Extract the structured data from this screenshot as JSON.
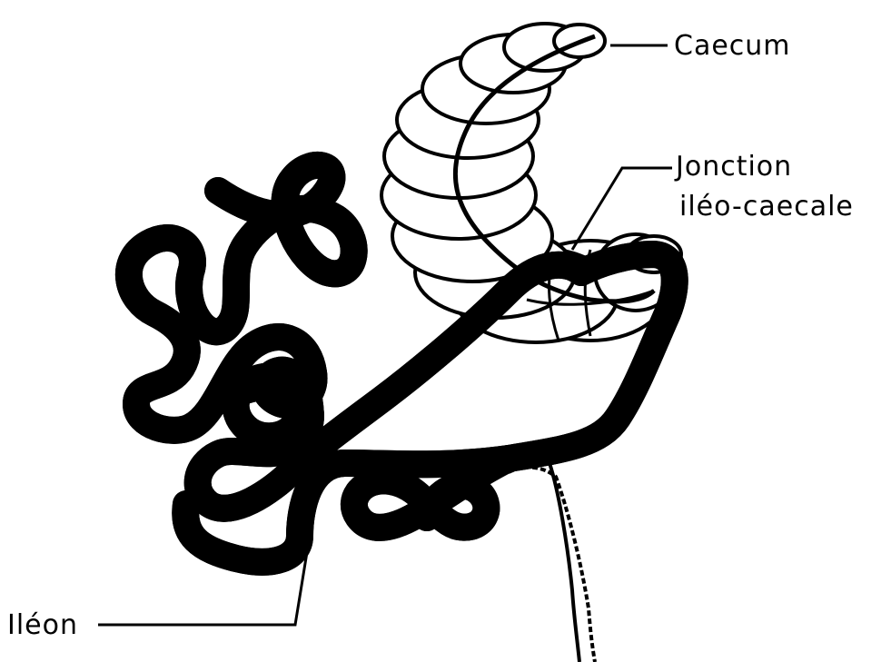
{
  "diagram": {
    "labels": {
      "caecum": "Caecum",
      "jonction_line1": "Jonction",
      "jonction_line2": "iléo-caecale",
      "ileon": "Iléon"
    },
    "colors": {
      "ink": "#000000",
      "background": "#ffffff"
    }
  }
}
